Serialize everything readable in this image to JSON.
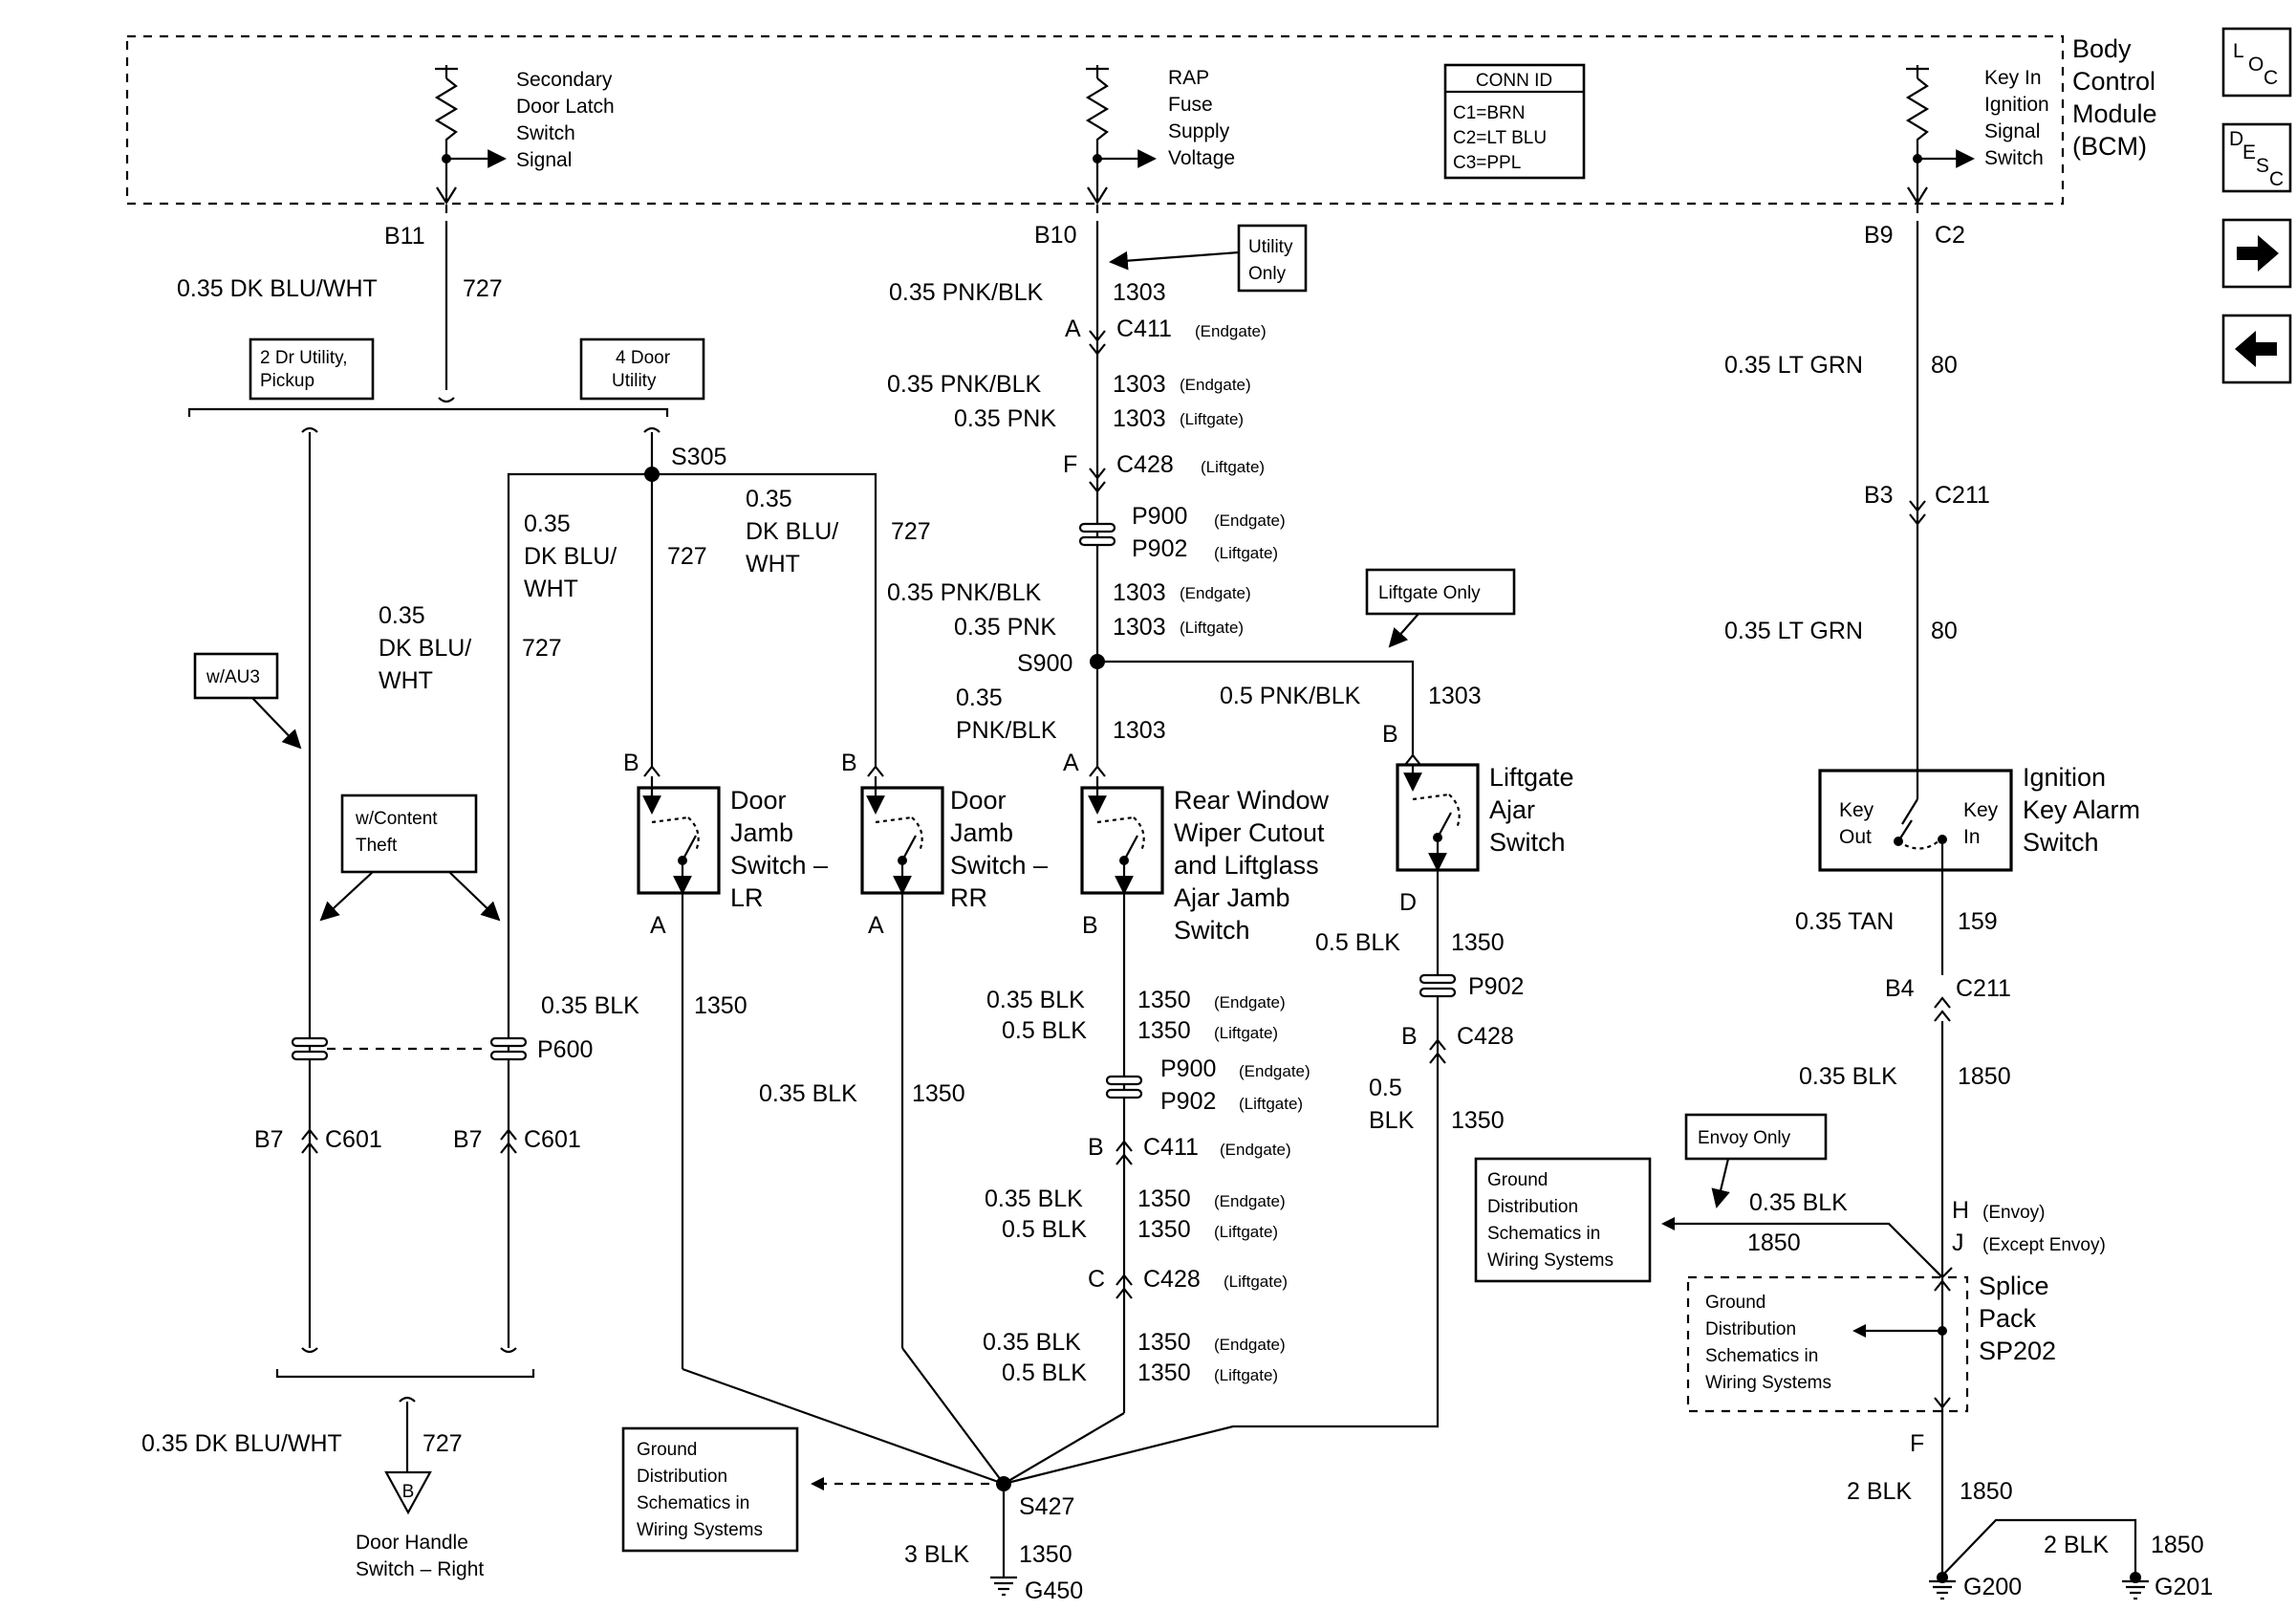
{
  "bcm": {
    "title_lines": [
      "Body",
      "Control",
      "Module",
      "(BCM)"
    ],
    "secondary_door_latch_lines": [
      "Secondary",
      "Door Latch",
      "Switch",
      "Signal"
    ],
    "rap_lines": [
      "RAP",
      "Fuse",
      "Supply",
      "Voltage"
    ],
    "key_in_lines": [
      "Key In",
      "Ignition",
      "Signal",
      "Switch"
    ],
    "conn_id": {
      "title": "CONN ID",
      "lines": [
        "C1=BRN",
        "C2=LT BLU",
        "C3=PPL"
      ]
    }
  },
  "nav": {
    "loc": [
      "L",
      "O",
      "C"
    ],
    "desc": [
      "D",
      "E",
      "S",
      "C"
    ],
    "forward_icon": "right-arrow-icon",
    "back_icon": "left-arrow-icon"
  },
  "left_branch": {
    "pin": "B11",
    "wire": "0.35 DK BLU/WHT",
    "circuit": "727",
    "opt_2dr": [
      "2 Dr Utility,",
      "Pickup"
    ],
    "opt_4dr": [
      "4 Door",
      "Utility"
    ],
    "splice": "S305",
    "wire_mid_left": [
      "0.35",
      "DK BLU/",
      "WHT"
    ],
    "circuit_mid_left": "727",
    "wire_mid_right": [
      "0.35",
      "DK BLU/",
      "WHT"
    ],
    "circuit_mid_right": "727",
    "wire_far_left": [
      "0.35",
      "DK BLU/",
      "WHT"
    ],
    "circuit_far_left": "727",
    "w_au3": "w/AU3",
    "w_content_theft": [
      "w/Content",
      "Theft"
    ],
    "p600": "P600",
    "b7_left": "B7",
    "c601_left": "C601",
    "b7_right": "B7",
    "c601_right": "C601",
    "bottom_wire": "0.35 DK BLU/WHT",
    "bottom_circuit": "727",
    "offpage_label": "B",
    "door_handle": [
      "Door Handle",
      "Switch – Right"
    ]
  },
  "door_jamb_lr": {
    "pin_top": "B",
    "pin_bottom": "A",
    "label_lines": [
      "Door",
      "Jamb",
      "Switch –",
      "LR"
    ]
  },
  "door_jamb_rr": {
    "pin_top": "B",
    "pin_bottom": "A",
    "label_lines": [
      "Door",
      "Jamb",
      "Switch –",
      "RR"
    ]
  },
  "center": {
    "pin": "B10",
    "utility_only": [
      "Utility",
      "Only"
    ],
    "w1": "0.35 PNK/BLK",
    "c1": "1303",
    "a_c411": "A",
    "c411": "C411",
    "endgate": "(Endgate)",
    "liftgate": "(Liftgate)",
    "w2a": "0.35 PNK/BLK",
    "c2a": "1303",
    "w2b": "0.35 PNK",
    "c2b": "1303",
    "f_c428": "F",
    "c428": "C428",
    "p900": "P900",
    "p902": "P902",
    "w3a": "0.35 PNK/BLK",
    "c3a": "1303",
    "w3b": "0.35 PNK",
    "c3b": "1303",
    "s900": "S900",
    "liftgate_only": "Liftgate Only",
    "w_branch": "0.5 PNK/BLK",
    "c_branch": "1303",
    "w4": [
      "0.35",
      "PNK/BLK"
    ],
    "c4": "1303",
    "a_switch": "A",
    "b_switch": "B"
  },
  "rear_wiper": {
    "label_lines": [
      "Rear Window",
      "Wiper Cutout",
      "and Liftglass",
      "Ajar Jamb",
      "Switch"
    ]
  },
  "liftgate_ajar": {
    "pin_top": "B",
    "pin_bottom": "D",
    "label_lines": [
      "Liftgate",
      "Ajar",
      "Switch"
    ],
    "w1": "0.5 BLK",
    "c1": "1350",
    "p902": "P902",
    "b": "B",
    "c428": "C428",
    "w2": [
      "0.5",
      "BLK"
    ],
    "c2": "1350"
  },
  "ground_center": {
    "w_lr": "0.35 BLK",
    "c_lr": "1350",
    "w_rr": "0.35 BLK",
    "c_rr": "1350",
    "w5a": "0.35 BLK",
    "c5a": "1350",
    "w5b": "0.5 BLK",
    "c5b": "1350",
    "b_c411": "B",
    "c411": "C411",
    "w6a": "0.35 BLK",
    "c6a": "1350",
    "w6b": "0.5 BLK",
    "c6b": "1350",
    "c_c428": "C",
    "c428": "C428",
    "w7a": "0.35 BLK",
    "c7a": "1350",
    "w7b": "0.5 BLK",
    "c7b": "1350",
    "s427": "S427",
    "gds_note": [
      "Ground",
      "Distribution",
      "Schematics in",
      "Wiring Systems"
    ],
    "w8": "3 BLK",
    "c8": "1350",
    "g450": "G450"
  },
  "right_branch": {
    "b9": "B9",
    "c2": "C2",
    "w1": "0.35 LT GRN",
    "c1": "80",
    "b3": "B3",
    "c211": "C211",
    "w2": "0.35 LT GRN",
    "c2w": "80",
    "ignition": {
      "key_out": [
        "Key",
        "Out"
      ],
      "key_in": [
        "Key",
        "In"
      ],
      "label_lines": [
        "Ignition",
        "Key Alarm",
        "Switch"
      ]
    },
    "w3": "0.35 TAN",
    "c3": "159",
    "b4": "B4",
    "c211b": "C211",
    "w4": "0.35 BLK",
    "c4": "1850",
    "envoy_only": "Envoy Only",
    "gds_note": [
      "Ground",
      "Distribution",
      "Schematics in",
      "Wiring Systems"
    ],
    "w5": "0.35 BLK",
    "c5": "1850",
    "h_pin": "H",
    "h_note": "(Envoy)",
    "j_pin": "J",
    "j_note": "(Except Envoy)",
    "splice_pack": [
      "Splice",
      "Pack",
      "SP202"
    ],
    "sp_note": [
      "Ground",
      "Distribution",
      "Schematics in",
      "Wiring Systems"
    ],
    "f_pin": "F",
    "w6": "2 BLK",
    "c6": "1850",
    "w7": "2 BLK",
    "c7": "1850",
    "g200": "G200",
    "g201": "G201"
  }
}
